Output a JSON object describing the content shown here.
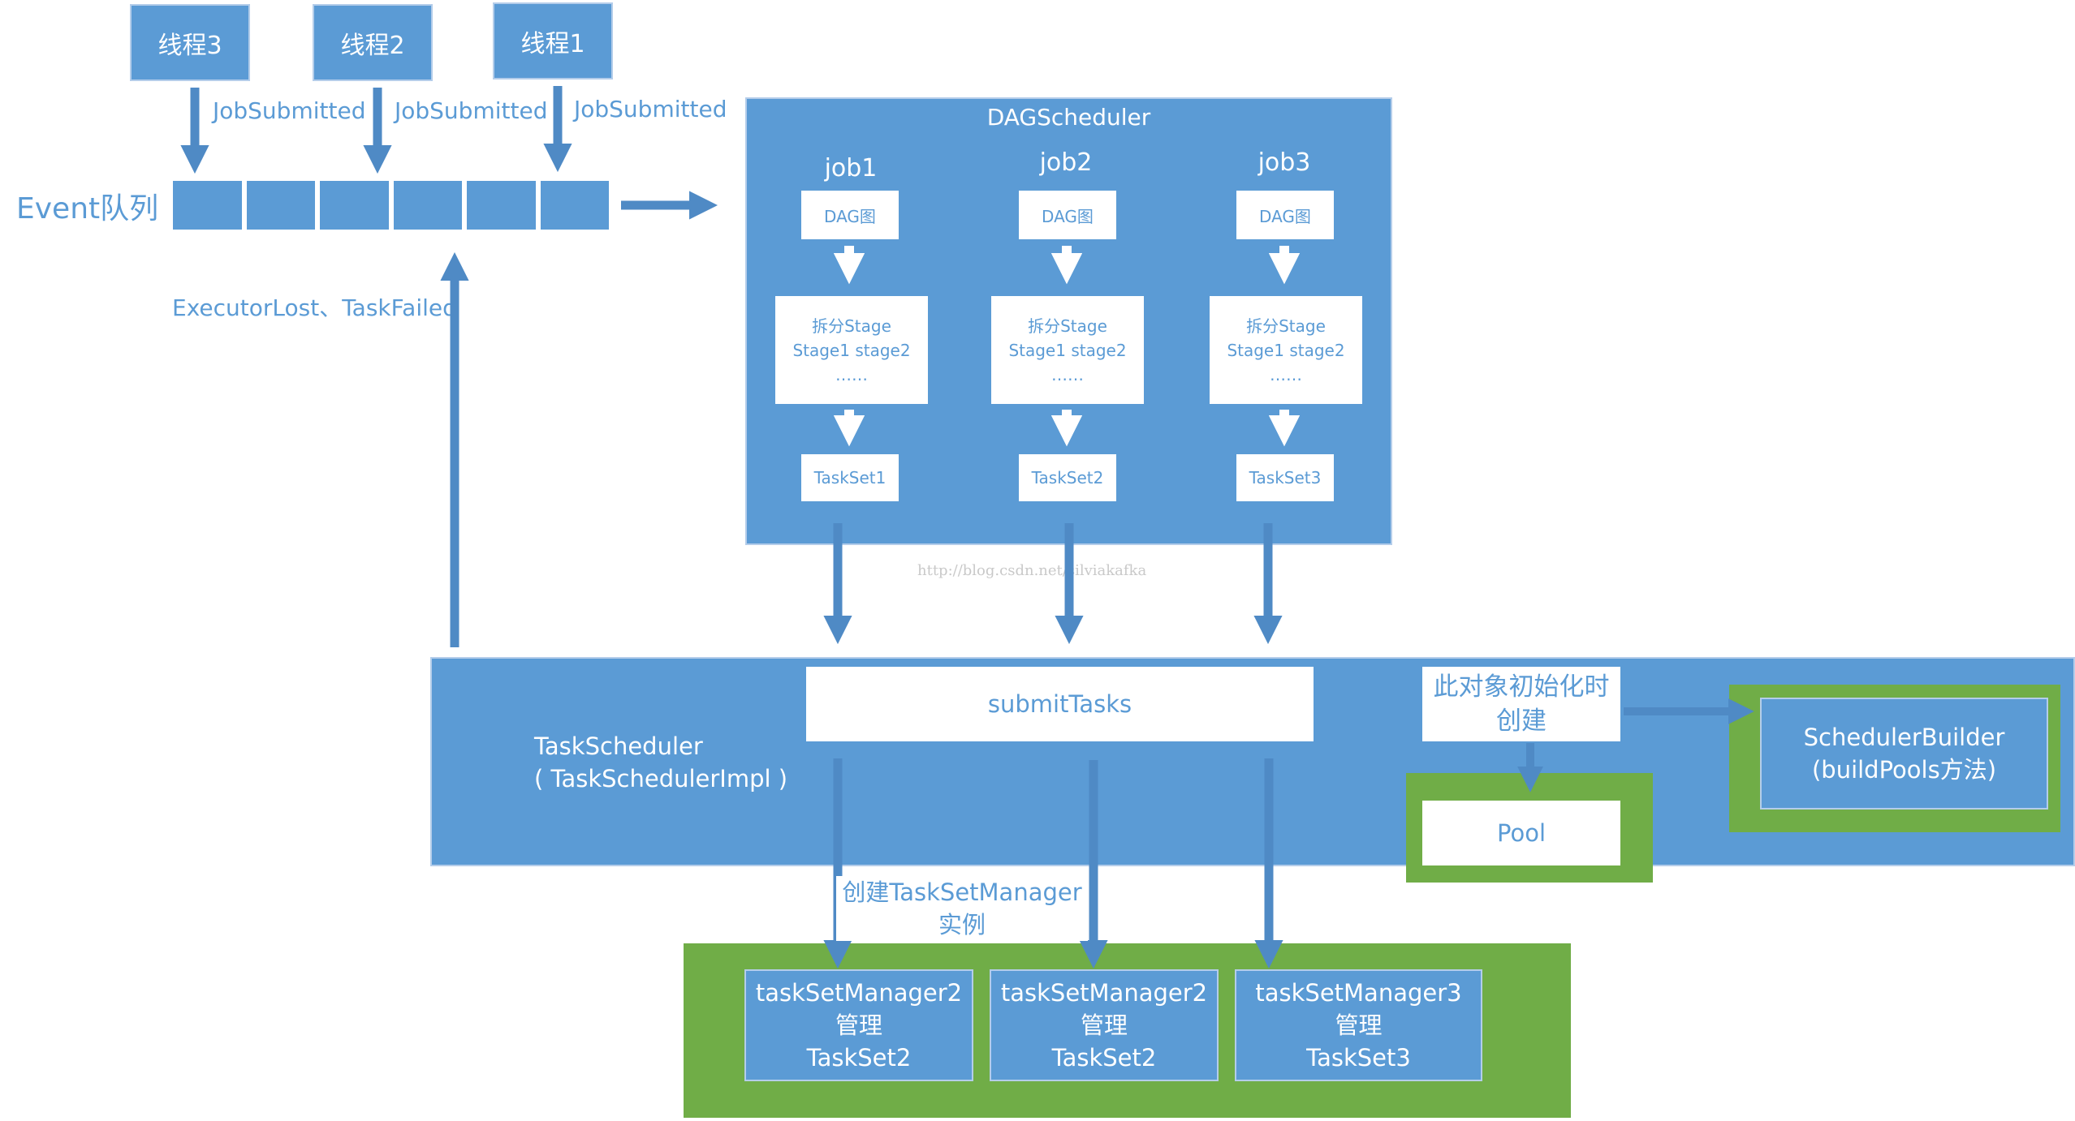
{
  "threads": [
    "线程3",
    "线程2",
    "线程1"
  ],
  "job_submitted": "JobSubmitted",
  "event_queue_label": "Event队列",
  "executor_lost_label": "ExecutorLost、TaskFailed",
  "dag": {
    "title": "DAGScheduler",
    "jobs": [
      {
        "name": "job1",
        "dag": "DAG图",
        "split_line1": "拆分Stage",
        "split_line2": "Stage1 stage2",
        "split_line3": "……",
        "taskset": "TaskSet1"
      },
      {
        "name": "job2",
        "dag": "DAG图",
        "split_line1": "拆分Stage",
        "split_line2": "Stage1 stage2",
        "split_line3": "……",
        "taskset": "TaskSet2"
      },
      {
        "name": "job3",
        "dag": "DAG图",
        "split_line1": "拆分Stage",
        "split_line2": "Stage1 stage2",
        "split_line3": "……",
        "taskset": "TaskSet3"
      }
    ]
  },
  "watermark": "http://blog.csdn.net/silviakafka",
  "task_scheduler": {
    "line1": "TaskScheduler",
    "line2": "( TaskSchedulerImpl )",
    "submit_tasks": "submitTasks",
    "init_note_line1": "此对象初始化时",
    "init_note_line2": "创建",
    "pool": "Pool",
    "builder_line1": "SchedulerBuilder",
    "builder_line2": "(buildPools方法)"
  },
  "create_label_line1": "创建TaskSetManager",
  "create_label_line2": "实例",
  "managers": [
    {
      "line1": "taskSetManager2",
      "line2": "管理",
      "line3": "TaskSet2"
    },
    {
      "line1": "taskSetManager2",
      "line2": "管理",
      "line3": "TaskSet2"
    },
    {
      "line1": "taskSetManager3",
      "line2": "管理",
      "line3": "TaskSet3"
    }
  ]
}
